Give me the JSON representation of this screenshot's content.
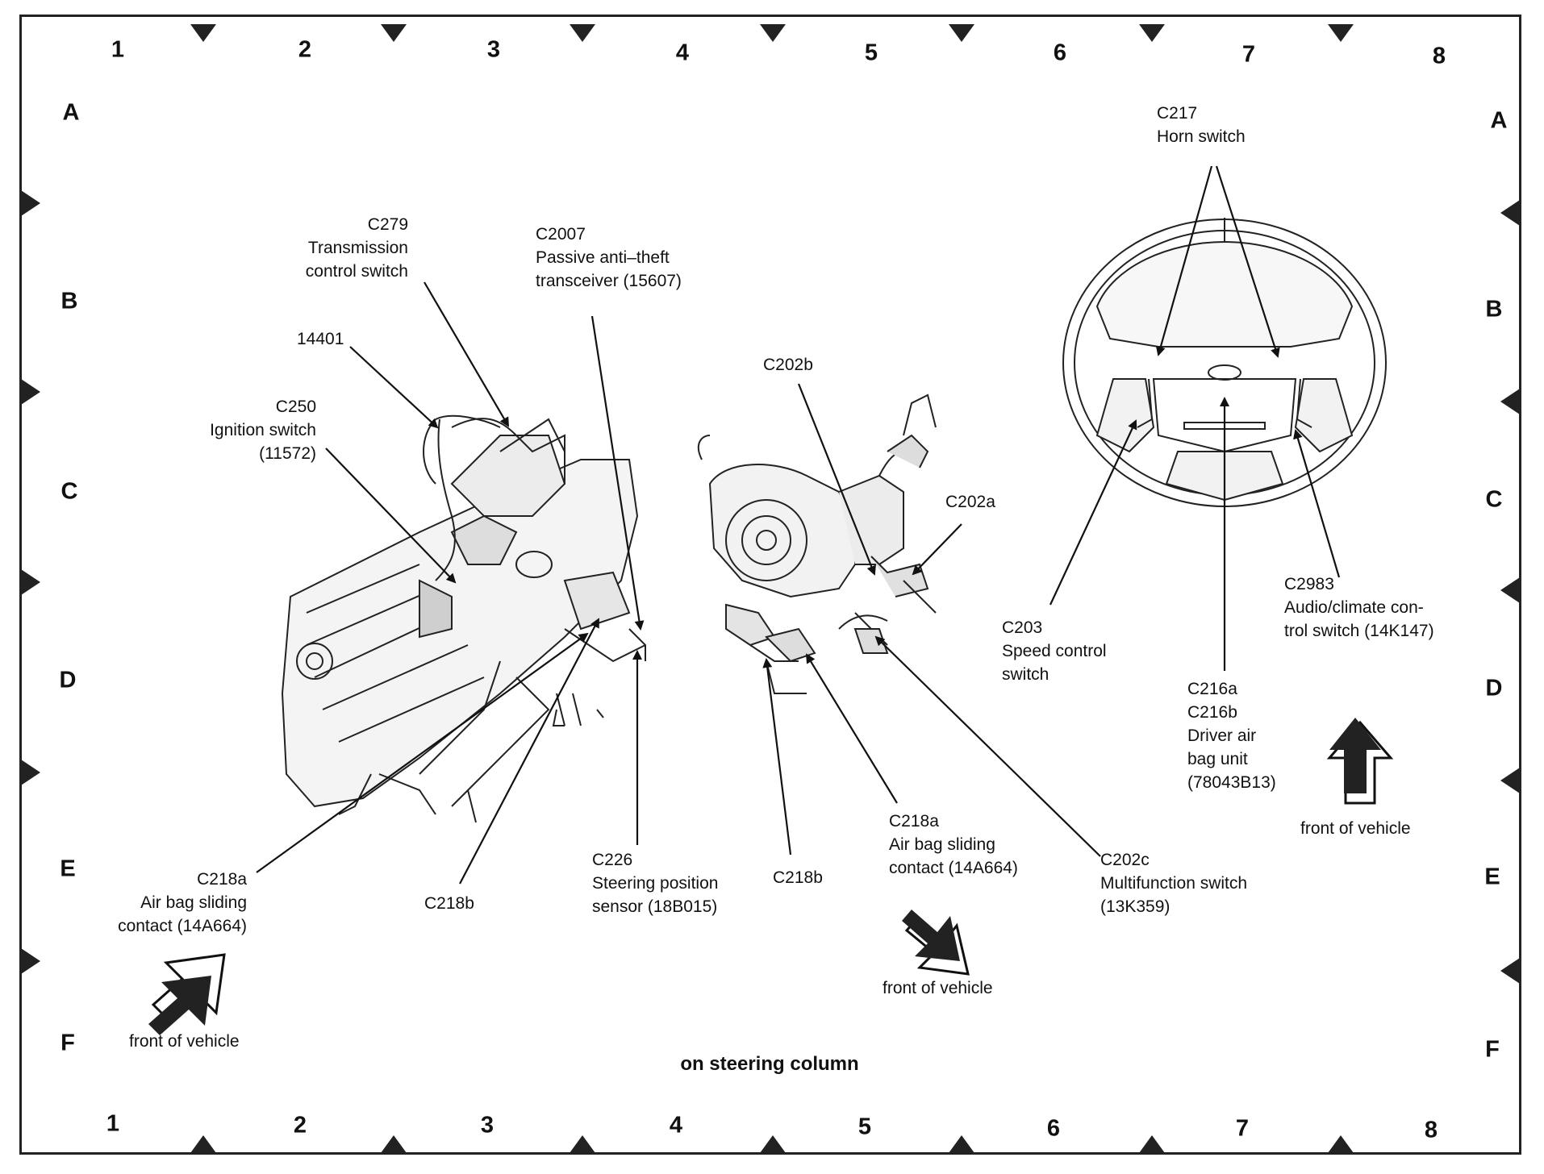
{
  "grid": {
    "columns": [
      "1",
      "2",
      "3",
      "4",
      "5",
      "6",
      "7",
      "8"
    ],
    "rows": [
      "A",
      "B",
      "C",
      "D",
      "E",
      "F"
    ]
  },
  "caption": "on steering column",
  "front_of_vehicle": "front of vehicle",
  "callouts": {
    "c279": [
      "C279",
      "Transmission",
      "control switch"
    ],
    "c2007": [
      "C2007",
      "Passive anti–theft",
      "transceiver (15607)"
    ],
    "n14401": [
      "14401"
    ],
    "c250": [
      "C250",
      "Ignition switch",
      "(11572)"
    ],
    "c218a_left": [
      "C218a",
      "Air bag sliding",
      "contact (14A664)"
    ],
    "c218b_left": [
      "C218b"
    ],
    "c226": [
      "C226",
      "Steering position",
      "sensor (18B015)"
    ],
    "c202b": [
      "C202b"
    ],
    "c202a": [
      "C202a"
    ],
    "c218b_mid": [
      "C218b"
    ],
    "c218a_mid": [
      "C218a",
      "Air bag sliding",
      "contact (14A664)"
    ],
    "c202c": [
      "C202c",
      "Multifunction switch",
      "(13K359)"
    ],
    "c217": [
      "C217",
      "Horn switch"
    ],
    "c203": [
      "C203",
      "Speed control",
      "switch"
    ],
    "c216": [
      "C216a",
      "C216b",
      "Driver air",
      "bag unit",
      "(78043B13)"
    ],
    "c2983": [
      "C2983",
      "Audio/climate con-",
      "trol switch (14K147)"
    ]
  }
}
